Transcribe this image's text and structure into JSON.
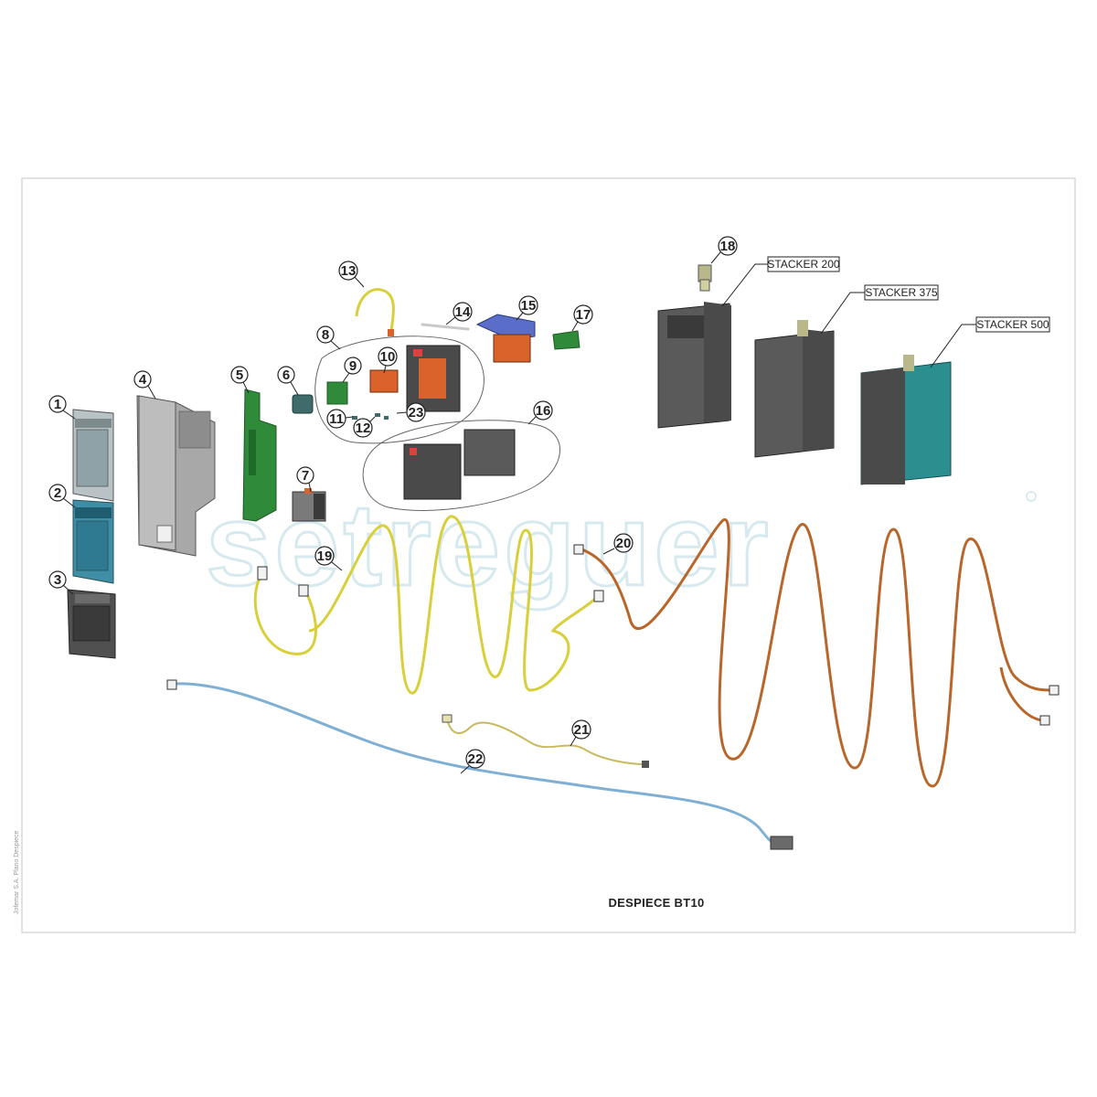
{
  "drawing": {
    "title": "DESPIECE BT10",
    "side_note": "Jofemar S.A. Plano Despiece",
    "watermark": "setreguer"
  },
  "callouts": [
    "1",
    "2",
    "3",
    "4",
    "5",
    "6",
    "7",
    "8",
    "9",
    "10",
    "11",
    "12",
    "13",
    "14",
    "15",
    "16",
    "17",
    "18",
    "19",
    "20",
    "21",
    "22",
    "23"
  ],
  "stackers": [
    "STACKER 200",
    "STACKER 375",
    "STACKER 500"
  ],
  "colors": {
    "frame": "#d9d9d9",
    "yellow_cable": "#d8cf3a",
    "orange_cable": "#b8662a",
    "blue_cable": "#7fb0d4",
    "pcb_green": "#2f8a3a",
    "stacker_teal": "#2b8f8f",
    "part_orange": "#d9632a",
    "part_blue": "#5a6ec9",
    "dark_grey": "#4a4a4a"
  }
}
